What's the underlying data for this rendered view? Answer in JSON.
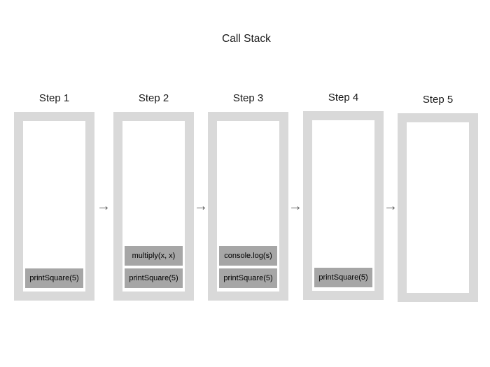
{
  "title": "Call Stack",
  "steps": [
    {
      "label": "Step 1",
      "frames": [
        "printSquare(5)"
      ]
    },
    {
      "label": "Step 2",
      "frames": [
        "multiply(x, x)",
        "printSquare(5)"
      ]
    },
    {
      "label": "Step 3",
      "frames": [
        "console.log(s)",
        "printSquare(5)"
      ]
    },
    {
      "label": "Step 4",
      "frames": [
        "printSquare(5)"
      ]
    },
    {
      "label": "Step 5",
      "frames": []
    }
  ],
  "icons": {
    "arrow_right": "→"
  },
  "colors": {
    "stack_border": "#d9d9d9",
    "frame_fill": "#a6a6a6",
    "arrow": "#595959",
    "text": "#000000"
  }
}
